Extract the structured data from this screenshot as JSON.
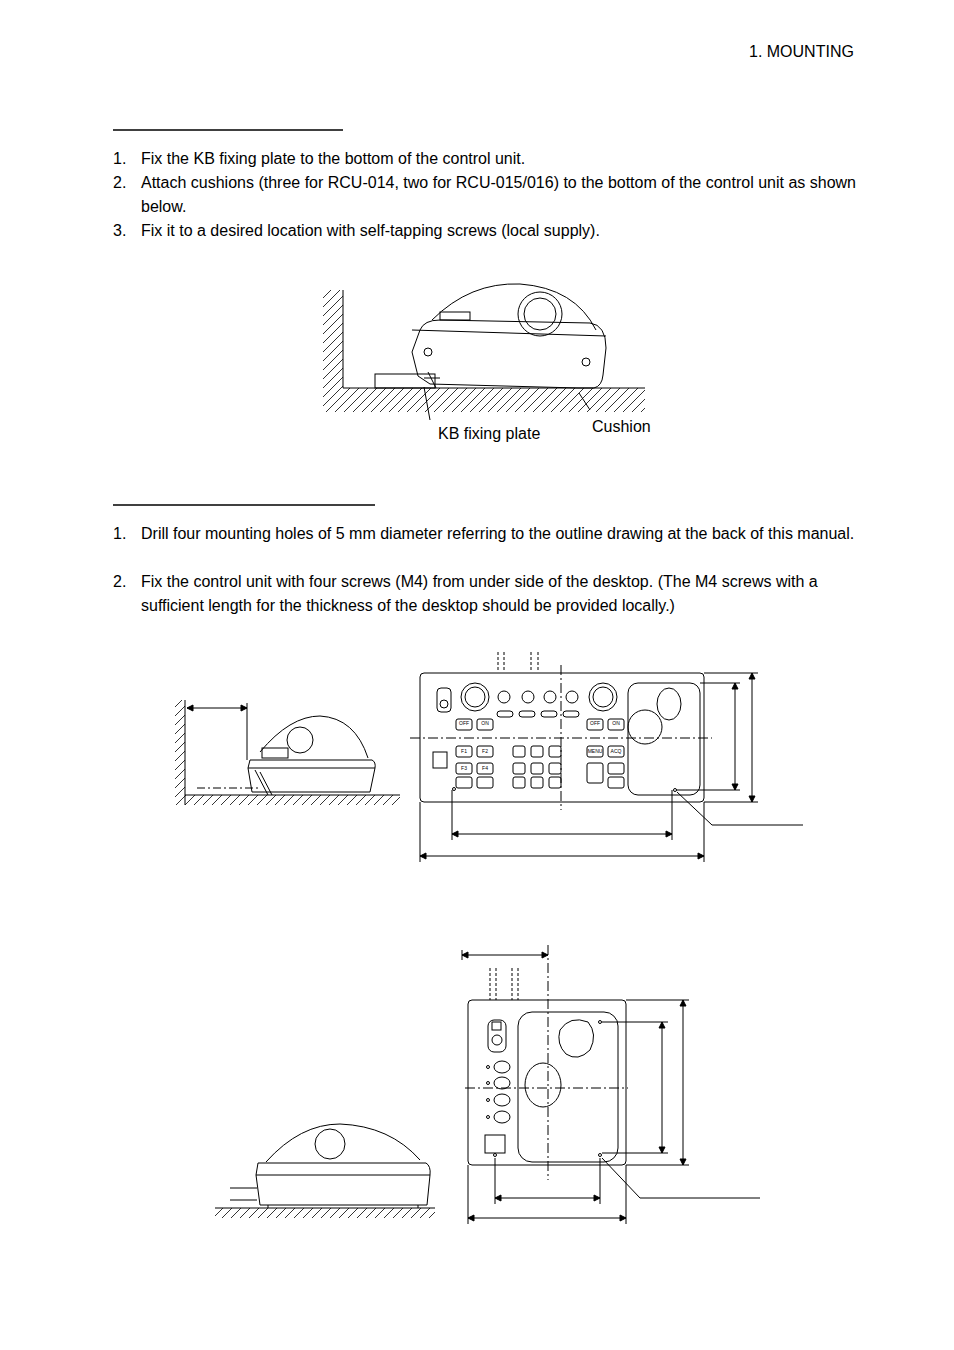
{
  "diagram": {
    "labels": [
      "1. MOUNTING",
      "1.",
      "Fix the KB fixing plate to the bottom of the control unit.",
      "2.",
      "Attach cushions (three for RCU-014, two for RCU-015/016) to the bottom of the control unit as shown below.",
      "3.",
      "Fix it to a desired location with self-tapping screws (local supply).",
      "KB fixing plate",
      "Cushion",
      "1.",
      "Drill four mounting holes of 5 mm diameter referring to the outline drawing at the back of this manual.",
      "2.",
      "Fix the control unit with four screws (M4) from under side of the desktop. (The M4 screws with a sufficient length for the thickness of the desktop should be provided locally.)",
      "OFF",
      "ON",
      "OFF",
      "ON",
      "F1",
      "F2",
      "F3",
      "F4",
      "MENU",
      "ACQ"
    ]
  }
}
